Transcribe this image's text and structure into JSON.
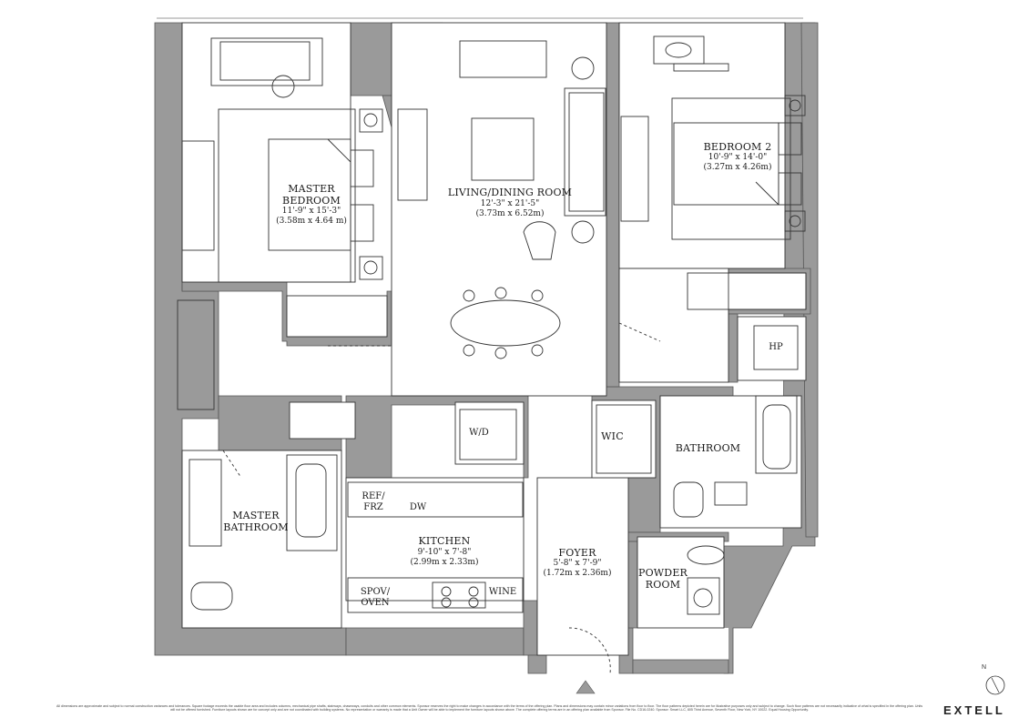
{
  "rooms": {
    "master_bedroom": {
      "name": "MASTER\nBEDROOM",
      "dim_ft": "11'-9\" x 15'-3\"",
      "dim_m": "(3.58m x 4.64 m)"
    },
    "living": {
      "name": "LIVING/DINING ROOM",
      "dim_ft": "12'-3\" x 21'-5\"",
      "dim_m": "(3.73m x 6.52m)"
    },
    "bedroom2": {
      "name": "BEDROOM 2",
      "dim_ft": "10'-9\" x 14'-0\"",
      "dim_m": "(3.27m x 4.26m)"
    },
    "kitchen": {
      "name": "KITCHEN",
      "dim_ft": "9'-10\" x 7'-8\"",
      "dim_m": "(2.99m x 2.33m)"
    },
    "foyer": {
      "name": "FOYER",
      "dim_ft": "5'-8\" x 7'-9\"",
      "dim_m": "(1.72m x 2.36m)"
    },
    "master_bath": {
      "name": "MASTER\nBATHROOM"
    },
    "bathroom": {
      "name": "BATHROOM"
    },
    "powder": {
      "name": "POWDER\nROOM"
    },
    "wic": {
      "name": "WIC"
    }
  },
  "fixtures": {
    "wd": "W/D",
    "hp": "HP",
    "ref": "REF/\nFRZ",
    "dw": "DW",
    "spov": "SPOV/\nOVEN",
    "wine": "WINE"
  },
  "branding": {
    "logo": "EXTELL",
    "north": "N"
  },
  "disclaimer": "All dimensions are approximate and subject to normal construction variances and tolerances. Square footage exceeds the usable floor area and includes columns, mechanical pipe shafts, stairways, chaseways, conduits and other common elements. Sponsor reserves the right to make changes in accordance with the terms of the offering plan. Plans and dimensions may contain minor variations from floor to floor. The floor patterns depicted herein are for illustrative purposes only and subject to change. Such floor patterns are not necessarily indicative of what is specified in the offering plan. Units will not be offered furnished. Furniture layouts shown are for concept only and are not coordinated with building systems. No representation or warranty is made that a Unit Owner will be able to implement the furniture layouts shown above. The complete offering terms are in an offering plan available from Sponsor. File No. CD16-0240. Sponsor: Smart LLC, 805 Third Avenue, Seventh Floor, New York, NY 10022. Equal Housing Opportunity.",
  "colors": {
    "wall": "#9a9a9a",
    "line": "#333333"
  }
}
